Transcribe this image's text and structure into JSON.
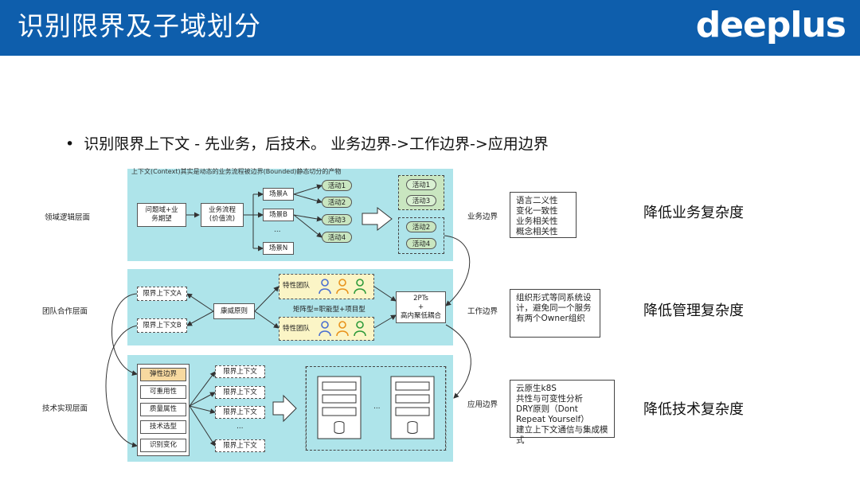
{
  "header": {
    "title": "识别限界及子域划分",
    "logo": "deeplus"
  },
  "bullet": {
    "text": "识别限界上下文 - 先业务，后技术。 业务边界->工作边界->应用边界"
  },
  "diagram": {
    "caption": "上下文(Context)其实是动态的业务流程被边界(Bounded)静态切分的产物",
    "layers": {
      "domain": "领域逻辑层面",
      "team": "团队合作层面",
      "tech": "技术实现层面"
    },
    "domain_layer": {
      "problem": "问题域+业务期望",
      "process": "业务流程(价值流)",
      "scenes": [
        "场景A",
        "场景B",
        "…",
        "场景N"
      ],
      "activities": [
        "活动1",
        "活动2",
        "活动3",
        "活动4"
      ],
      "group1": [
        "活动1",
        "活动3"
      ],
      "group2": [
        "活动2",
        "活动4"
      ]
    },
    "team_layer": {
      "ctx_a": "限界上下文A",
      "ctx_b": "限界上下文B",
      "conway": "康威原则",
      "team_top": "特性团队",
      "team_bottom": "特性团队",
      "matrix": "矩阵型=职能型+项目型",
      "twopt_1": "2PTs",
      "twopt_2": "+",
      "twopt_3": "高内聚低耦合"
    },
    "tech_layer": {
      "factors": [
        "弹性边界",
        "可重用性",
        "质量属性",
        "技术选型",
        "识别变化"
      ],
      "contexts": [
        "限界上下文",
        "限界上下文",
        "限界上下文",
        "…",
        "限界上下文"
      ],
      "ellipsis": "…"
    }
  },
  "boundaries": [
    {
      "label": "业务边界",
      "note": "语言二义性\n变化一致性\n业务相关性\n概念相关性",
      "conclusion": "降低业务复杂度"
    },
    {
      "label": "工作边界",
      "note": "组织形式等同系统设计，避免同一个服务有两个Owner组织",
      "conclusion": "降低管理复杂度"
    },
    {
      "label": "应用边界",
      "note": "云原生k8S\n共性与可变性分析\nDRY原则（Dont Repeat Yourself）\n建立上下文通信与集成模式",
      "conclusion": "降低技术复杂度"
    }
  ],
  "colors": {
    "header": "#0e5eac",
    "band": "#aee4ea",
    "activity": "#c9e6c0",
    "team": "#fbf5c6",
    "highlight": "#f7d9a0"
  }
}
